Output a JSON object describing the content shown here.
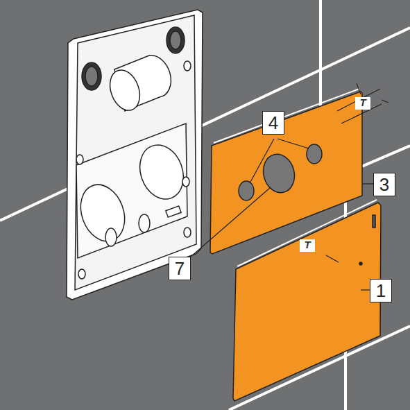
{
  "diagram": {
    "labels": [
      "4",
      "T",
      "3",
      "7",
      "T",
      "1"
    ]
  }
}
